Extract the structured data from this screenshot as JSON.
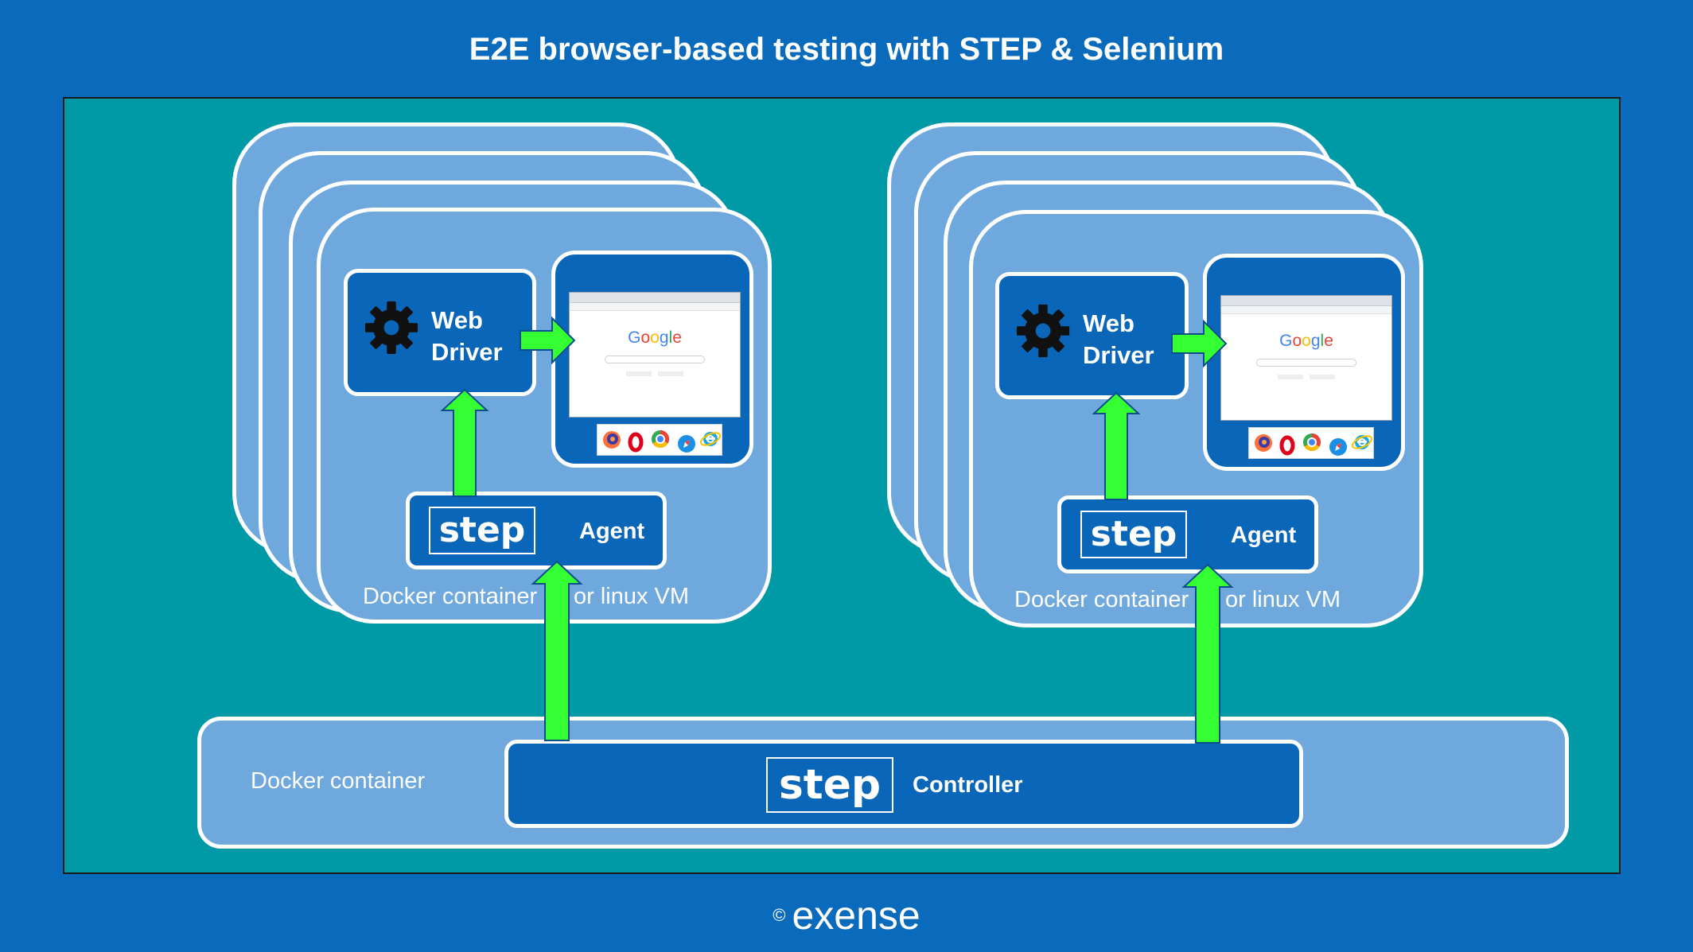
{
  "title": "E2E browser-based testing with STEP & Selenium",
  "hosts": [
    {
      "webdriver_line1": "Web",
      "webdriver_line2": "Driver",
      "step_logo": "step",
      "agent_label": "Agent",
      "docker_label": "Docker container",
      "vm_label": "or linux VM",
      "browser": {
        "search_engine": "Google",
        "browsers": [
          "firefox",
          "opera",
          "chrome",
          "safari",
          "internet-explorer"
        ]
      }
    },
    {
      "webdriver_line1": "Web",
      "webdriver_line2": "Driver",
      "step_logo": "step",
      "agent_label": "Agent",
      "docker_label": "Docker container",
      "vm_label": "or linux VM",
      "browser": {
        "search_engine": "Google",
        "browsers": [
          "firefox",
          "opera",
          "chrome",
          "safari",
          "internet-explorer"
        ]
      }
    }
  ],
  "controller": {
    "docker_label": "Docker container",
    "step_logo": "step",
    "label": "Controller"
  },
  "footer": {
    "copyright_symbol": "©",
    "brand": "exense"
  },
  "colors": {
    "background": "#0a6bbd",
    "panel": "#0099a6",
    "container": "#6fa8dc",
    "component": "#0a66b8",
    "arrow": "#33ff33"
  }
}
